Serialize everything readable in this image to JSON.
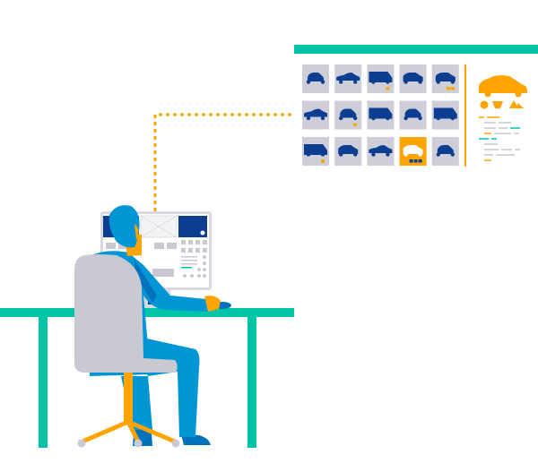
{
  "colors": {
    "teal": "#00c4a7",
    "orange": "#ffa400",
    "navy": "#0b3d91",
    "blue": "#0096d6",
    "darkblue": "#0072bc",
    "tile": "#cdced8",
    "gray": "#c8c9d1",
    "line": "#c7c8d0"
  },
  "catalog": {
    "selected_index": 13,
    "tiles": [
      {
        "car": "hatch",
        "badges": 0
      },
      {
        "car": "sedan",
        "badges": 0
      },
      {
        "car": "van",
        "badges": 1
      },
      {
        "car": "suv",
        "badges": 0
      },
      {
        "car": "suv",
        "badges": 2
      },
      {
        "car": "sedan",
        "badges": 0
      },
      {
        "car": "hatch",
        "badges": 1
      },
      {
        "car": "van",
        "badges": 0
      },
      {
        "car": "hatch",
        "badges": 0
      },
      {
        "car": "van",
        "badges": 0
      },
      {
        "car": "van",
        "badges": 1
      },
      {
        "car": "suv",
        "badges": 0
      },
      {
        "car": "sedan",
        "badges": 0
      },
      {
        "car": "suv",
        "badges": 3
      },
      {
        "car": "hatch",
        "badges": 0
      }
    ]
  }
}
